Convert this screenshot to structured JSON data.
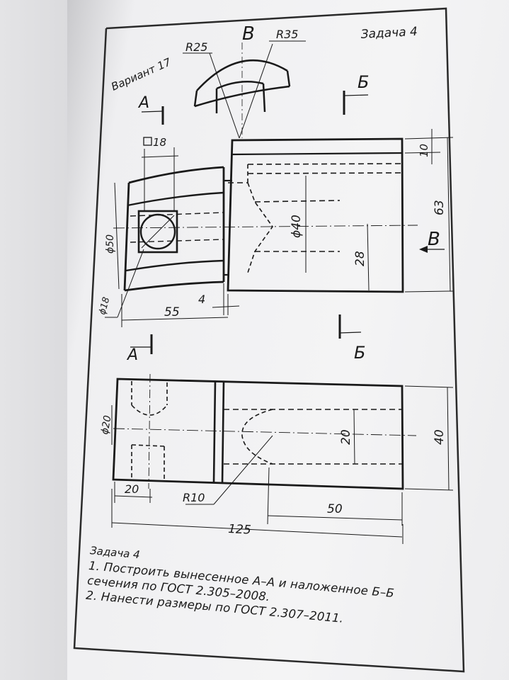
{
  "header": {
    "variant": "Вариант 17",
    "task": "Задача 4"
  },
  "view_labels": {
    "view_v": "В",
    "arrow_b": "Б",
    "arrow_a": "А"
  },
  "dimensions": {
    "r25": "R25",
    "r35": "R35",
    "sq18": "18",
    "d50": "ϕ50",
    "d18": "ϕ18",
    "d40": "ϕ40",
    "d20": "ϕ20",
    "d10": "10",
    "d63": "63",
    "d28": "28",
    "d55": "55",
    "d4": "4",
    "d20_slot": "20",
    "d40_height": "40",
    "d20_left": "20",
    "r10": "R10",
    "d50_right": "50",
    "d125": "125"
  },
  "task": {
    "title": "Задача 4",
    "line1": "1. Построить вынесенное А–А и наложенное Б–Б",
    "line2": "сечения по ГОСТ 2.305–2008.",
    "line3": "2. Нанести размеры по ГОСТ 2.307–2011."
  }
}
